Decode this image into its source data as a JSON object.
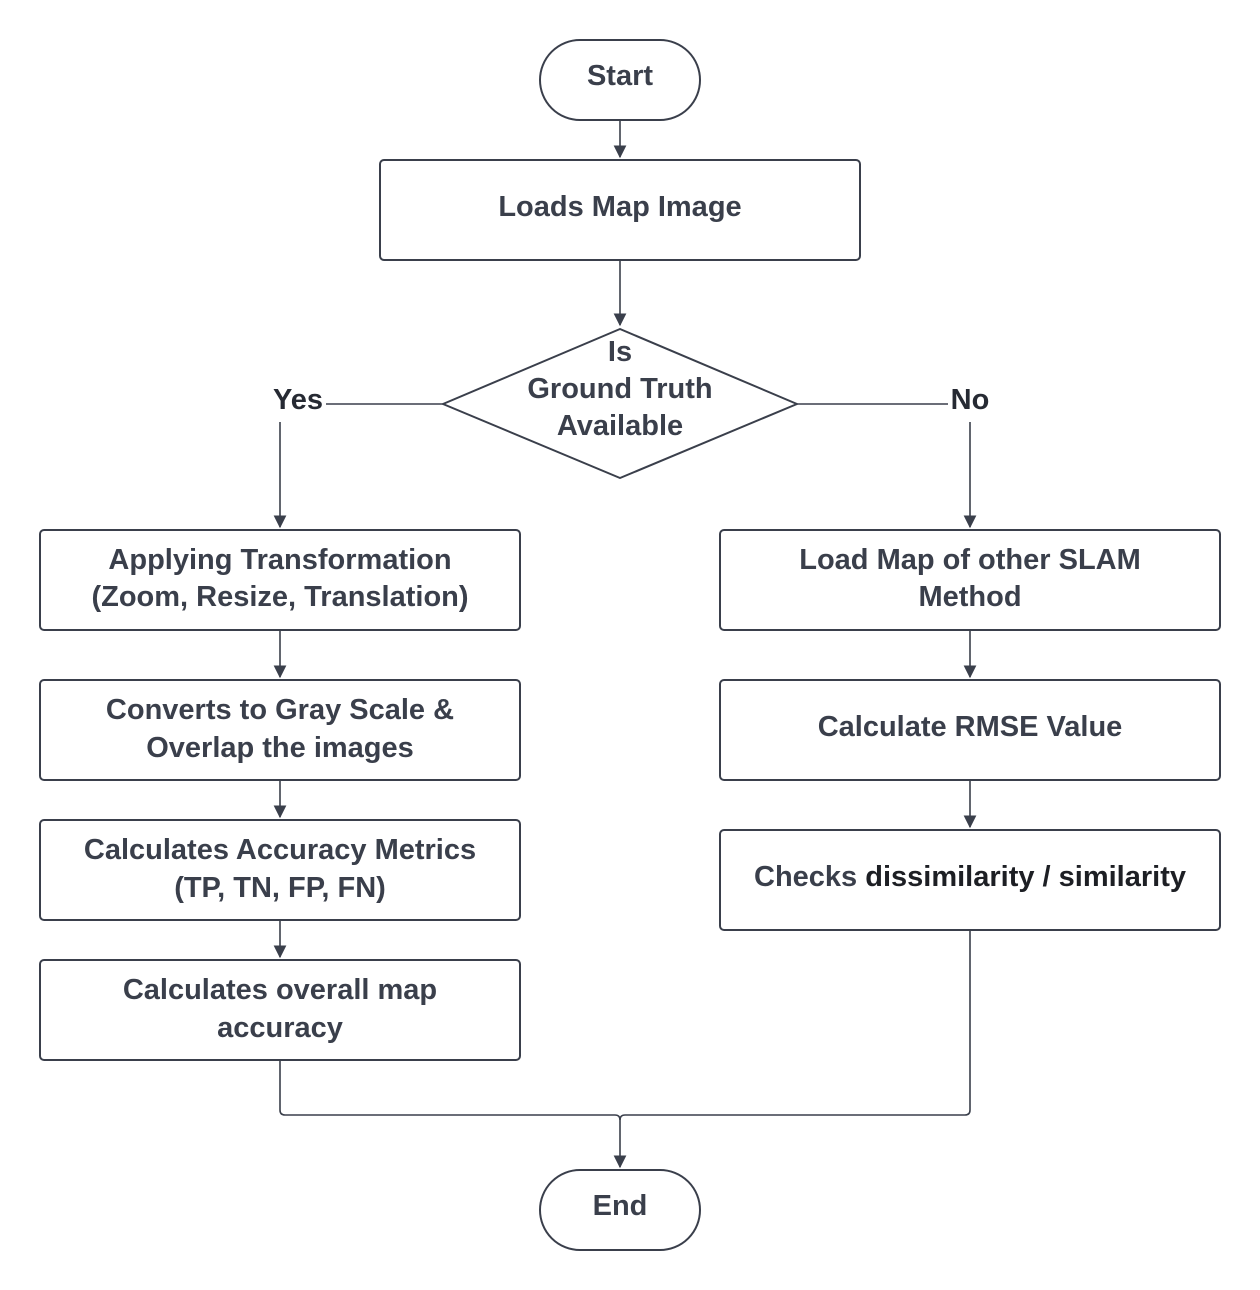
{
  "nodes": {
    "start": "Start",
    "load_map": "Loads Map Image",
    "decision": [
      "Is",
      "Ground Truth",
      "Available"
    ],
    "apply_transform": [
      "Applying Transformation",
      "(Zoom, Resize, Translation)"
    ],
    "grayscale": [
      "Converts to Gray Scale &",
      "Overlap the images"
    ],
    "accuracy_metrics": [
      "Calculates Accuracy Metrics",
      "(TP, TN, FP, FN)"
    ],
    "overall_accuracy": [
      "Calculates overall map",
      "accuracy"
    ],
    "load_other": [
      "Load Map of other SLAM",
      "Method"
    ],
    "rmse": "Calculate RMSE Value",
    "similarity": {
      "prefix": "Checks ",
      "emphasis": "dissimilarity / similarity"
    },
    "end": "End"
  },
  "edges": {
    "yes_label": "Yes",
    "no_label": "No"
  },
  "colors": {
    "stroke": "#3a3f4b",
    "text": "#3a3f4b",
    "background": "#ffffff"
  }
}
